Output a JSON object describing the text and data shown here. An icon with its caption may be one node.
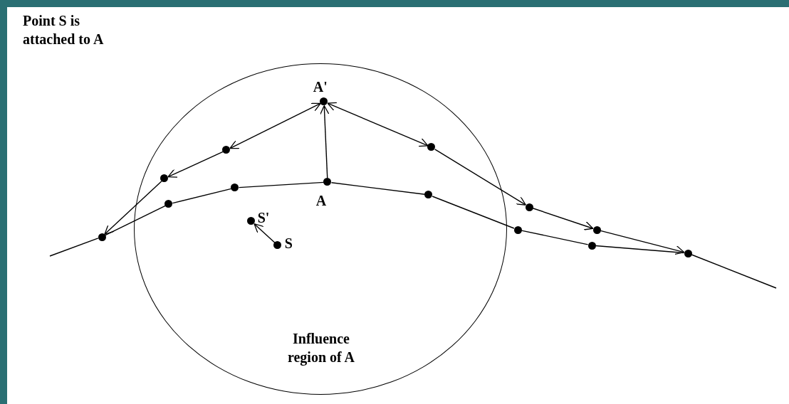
{
  "diagram": {
    "nodes": [
      {
        "text": [
          "Influence region of A"
        ]
      },
      {
        "text": [],
        "shape": "circle"
      },
      {
        "text": [],
        "shape": "circle",
        "in": 0
      },
      {
        "text": [],
        "shape": "circle",
        "in": 0
      },
      {
        "text": [],
        "shape": "circle",
        "beside": [
          "A"
        ],
        "in": 0
      },
      {
        "text": [],
        "shape": "circle",
        "in": 0
      },
      {
        "text": [],
        "shape": "circle"
      },
      {
        "text": [],
        "shape": "circle"
      },
      {
        "text": [],
        "shape": "circle"
      },
      {
        "text": [],
        "shape": "circle",
        "in": 0
      },
      {
        "text": [],
        "shape": "circle",
        "in": 0
      },
      {
        "text": [],
        "shape": "circle",
        "beside": [
          "A'"
        ],
        "in": 0
      },
      {
        "text": [],
        "shape": "circle",
        "in": 0
      },
      {
        "text": [],
        "shape": "circle"
      },
      {
        "text": [],
        "shape": "circle"
      },
      {
        "text": [],
        "shape": "circle",
        "beside": [
          "S'"
        ],
        "in": 0
      },
      {
        "text": [],
        "shape": "circle",
        "beside": [
          "S"
        ],
        "in": 0
      }
    ],
    "edges": [
      {
        "from": null,
        "to": 1,
        "arrow": "none"
      },
      {
        "from": 1,
        "to": 2,
        "arrow": "none"
      },
      {
        "from": 2,
        "to": 3,
        "arrow": "none"
      },
      {
        "from": 3,
        "to": 4,
        "arrow": "none"
      },
      {
        "from": 4,
        "to": 5,
        "arrow": "none"
      },
      {
        "from": 5,
        "to": 6,
        "arrow": "none"
      },
      {
        "from": 6,
        "to": 7,
        "arrow": "none"
      },
      {
        "from": 7,
        "to": 8,
        "arrow": "none"
      },
      {
        "from": 8,
        "to": null,
        "arrow": "none"
      },
      {
        "from": 4,
        "to": 11,
        "arrow": "to"
      },
      {
        "from": 11,
        "to": 10,
        "arrow": "both"
      },
      {
        "from": 10,
        "to": 9,
        "arrow": "to"
      },
      {
        "from": 9,
        "to": 1,
        "arrow": "to"
      },
      {
        "from": 11,
        "to": 12,
        "arrow": "both"
      },
      {
        "from": 12,
        "to": 13,
        "arrow": "to"
      },
      {
        "from": 13,
        "to": 14,
        "arrow": "to"
      },
      {
        "from": 14,
        "to": 8,
        "arrow": "to"
      },
      {
        "from": 16,
        "to": 15,
        "arrow": "to"
      }
    ],
    "labels": [
      "Point S is attached to A"
    ]
  }
}
